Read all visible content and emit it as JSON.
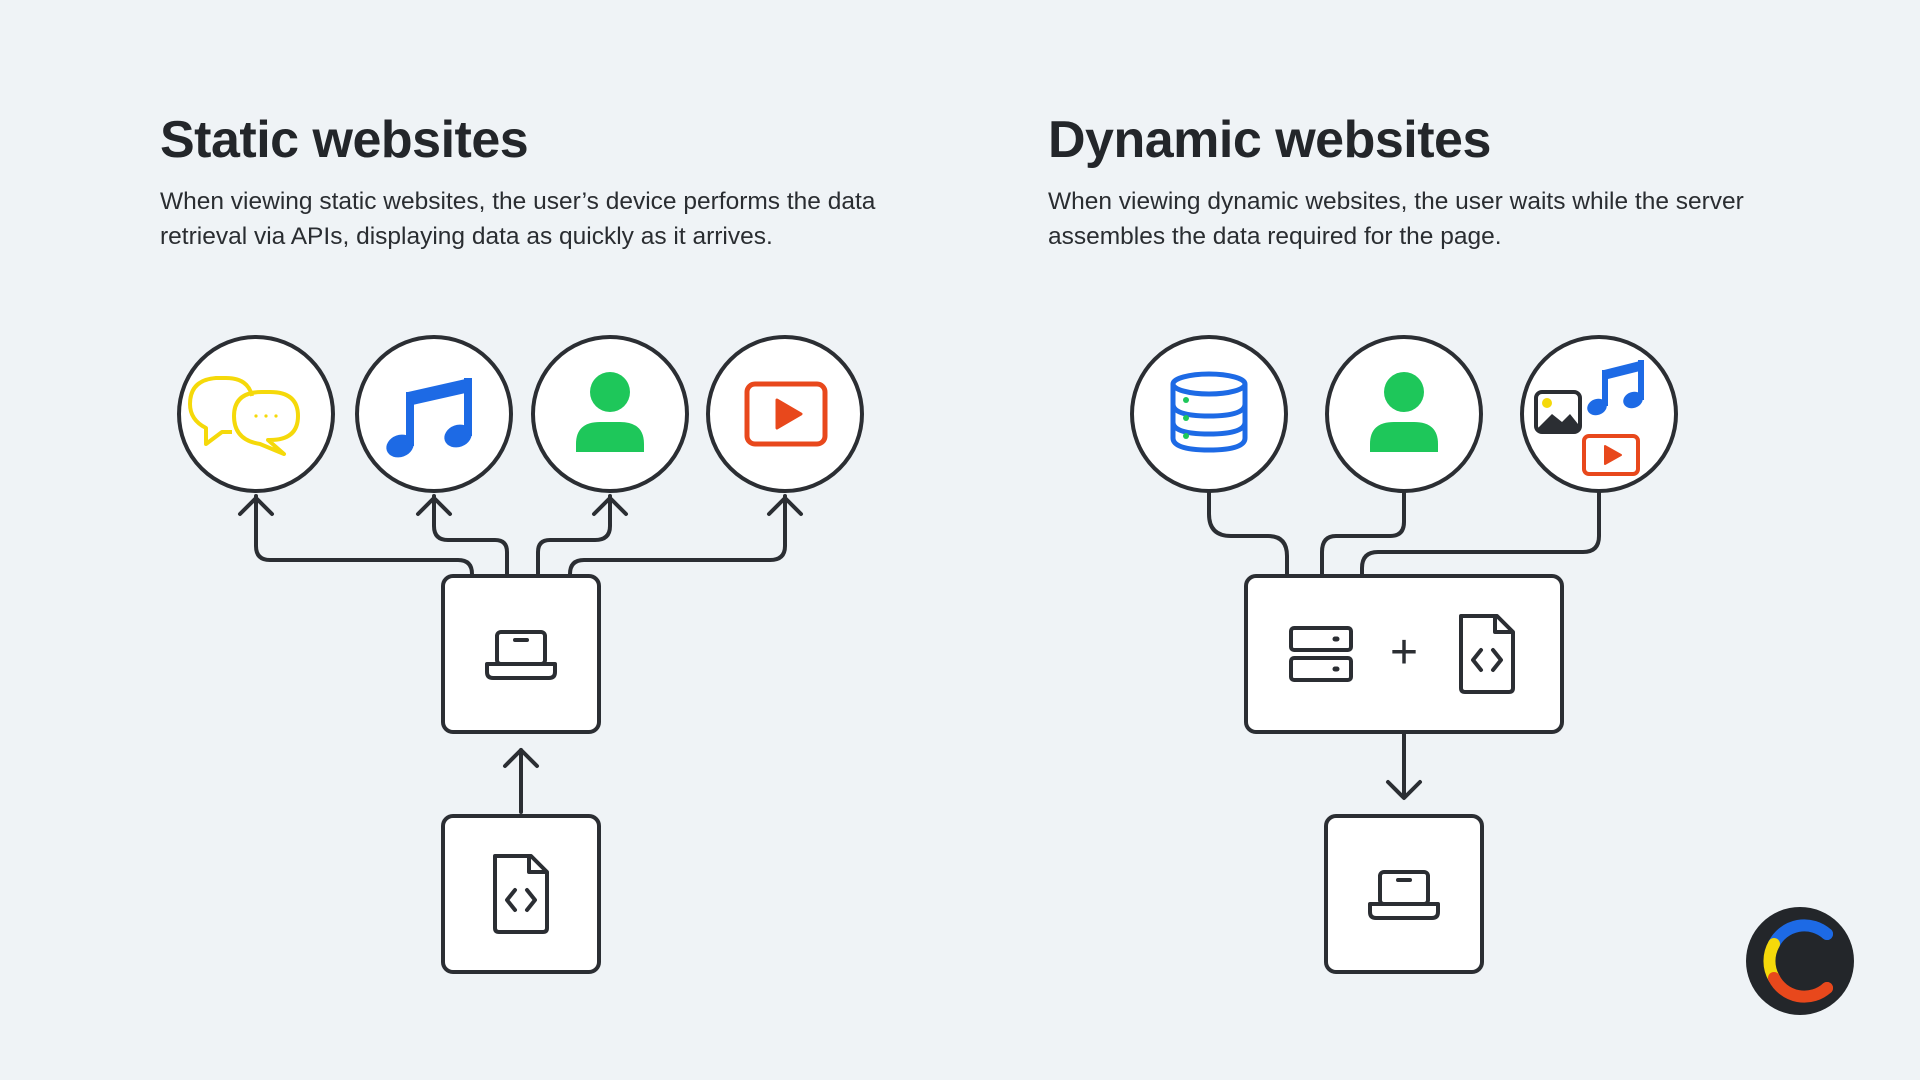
{
  "static": {
    "title": "Static websites",
    "description": "When viewing static websites, the user’s device performs the data retrieval via APIs, displaying data as quickly as it arrives.",
    "sources": [
      "chat-bubbles-icon",
      "music-note-icon",
      "user-icon",
      "video-play-icon"
    ],
    "client": "laptop-icon",
    "origin": "code-file-icon"
  },
  "dynamic": {
    "title": "Dynamic websites",
    "description": "When viewing dynamic websites, the user waits while the server assembles the data required for the page.",
    "sources": [
      "database-icon",
      "user-icon",
      "media-collage-icon"
    ],
    "server_parts": [
      "server-icon",
      "plus-sign",
      "code-file-icon"
    ],
    "plus": "+",
    "client": "laptop-icon"
  },
  "colors": {
    "background": "#eff3f6",
    "stroke": "#2b2e33",
    "yellow": "#f5d90a",
    "blue": "#1d6ae5",
    "green": "#1ec75a",
    "red": "#e8481c"
  },
  "logo": "contentful-logo"
}
